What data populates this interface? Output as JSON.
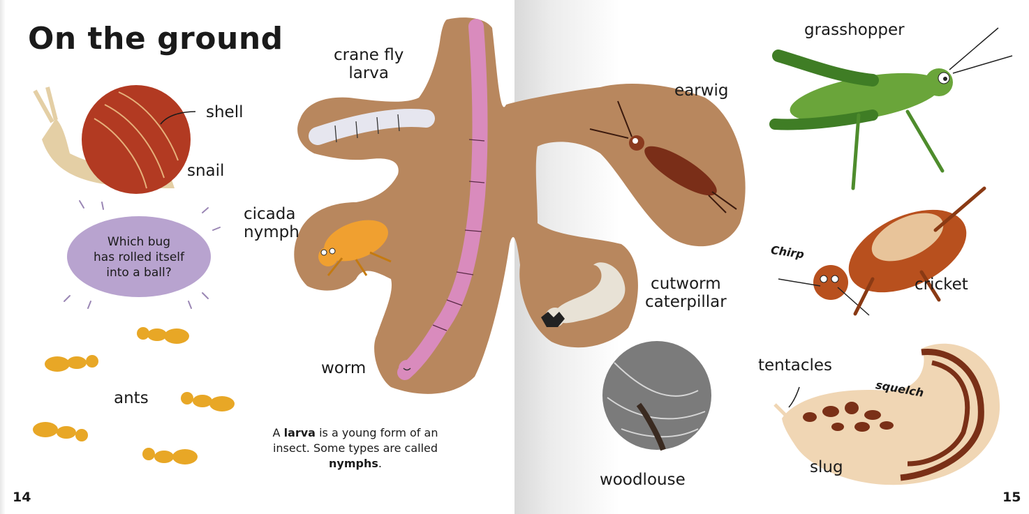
{
  "page": {
    "title": "On the ground",
    "left_page_number": "14",
    "right_page_number": "15"
  },
  "labels": {
    "shell": "shell",
    "snail": "snail",
    "ants": "ants",
    "crane_fly_larva_line1": "crane fly",
    "crane_fly_larva_line2": "larva",
    "cicada_nymph_line1": "cicada",
    "cicada_nymph_line2": "nymph",
    "worm": "worm",
    "earwig": "earwig",
    "cutworm_caterpillar_line1": "cutworm",
    "cutworm_caterpillar_line2": "caterpillar",
    "woodlouse": "woodlouse",
    "grasshopper": "grasshopper",
    "cricket": "cricket",
    "tentacles": "tentacles",
    "slug": "slug"
  },
  "sound_effects": {
    "chirp": "Chirp",
    "squelch": "squelch"
  },
  "question_bubble": {
    "line1": "Which bug",
    "line2": "has rolled itself",
    "line3": "into a ball?"
  },
  "info_note": {
    "part1": "A ",
    "larva": "larva",
    "part2": " is a young form of an insect. Some types are called ",
    "nymphs": "nymphs",
    "part3": "."
  },
  "colors": {
    "soil": "#b8875e",
    "bubble": "#b8a3cf",
    "worm": "#d98bbd",
    "ant": "#e8a726",
    "grasshopper": "#6aa53a",
    "cricket": "#b8501e",
    "snail_shell": "#b23a22",
    "slug": "#f0d6b4",
    "slug_spots": "#7a3017",
    "woodlouse": "#7b7b7b"
  }
}
